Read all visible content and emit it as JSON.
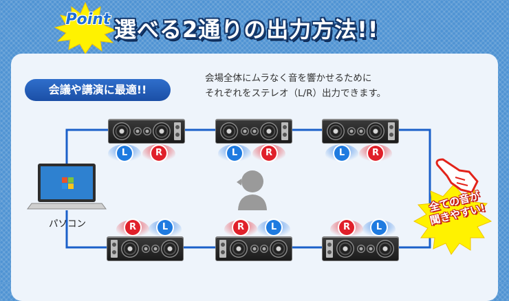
{
  "header": {
    "badge_label": "Point",
    "title": "選べる2通りの出力方法!!"
  },
  "section": {
    "pill_label": "会議や講演に最適!!",
    "description_line1": "会場全体にムラなく音を響かせるために",
    "description_line2": "それぞれをステレオ（L/R）出力できます。"
  },
  "diagram": {
    "computer_label": "パソコン",
    "channel_left": "L",
    "channel_right": "R",
    "top_row_badges": [
      {
        "left": "L",
        "right": "R"
      },
      {
        "left": "L",
        "right": "R"
      },
      {
        "left": "L",
        "right": "R"
      }
    ],
    "bottom_row_badges": [
      {
        "left": "R",
        "right": "L"
      },
      {
        "left": "R",
        "right": "L"
      },
      {
        "left": "R",
        "right": "L"
      }
    ],
    "colors": {
      "left": "#1f7be0",
      "right": "#e0202a",
      "cable": "#1a5fc9"
    }
  },
  "callout": {
    "line1": "全ての音が",
    "line2": "聞きやすい!"
  }
}
